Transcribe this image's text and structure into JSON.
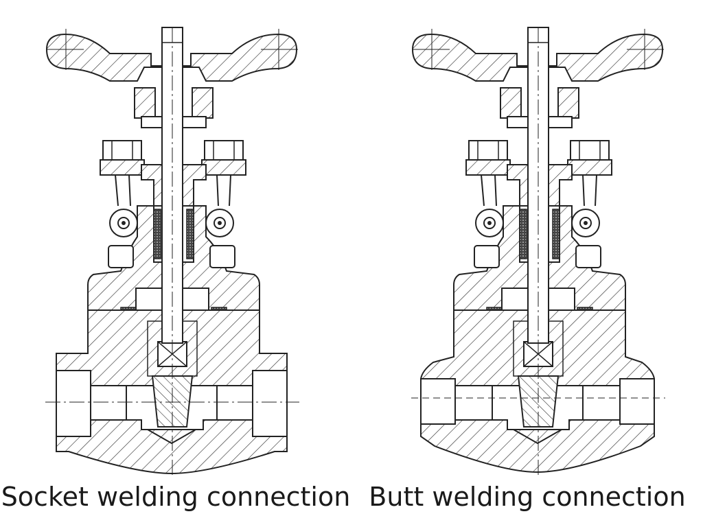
{
  "diagram": {
    "line_color": "#222222",
    "background": "#ffffff",
    "views": [
      {
        "id": "left",
        "connection_type": "socket",
        "caption": "Socket welding connection"
      },
      {
        "id": "right",
        "connection_type": "butt",
        "caption": "Butt welding connection"
      }
    ]
  }
}
